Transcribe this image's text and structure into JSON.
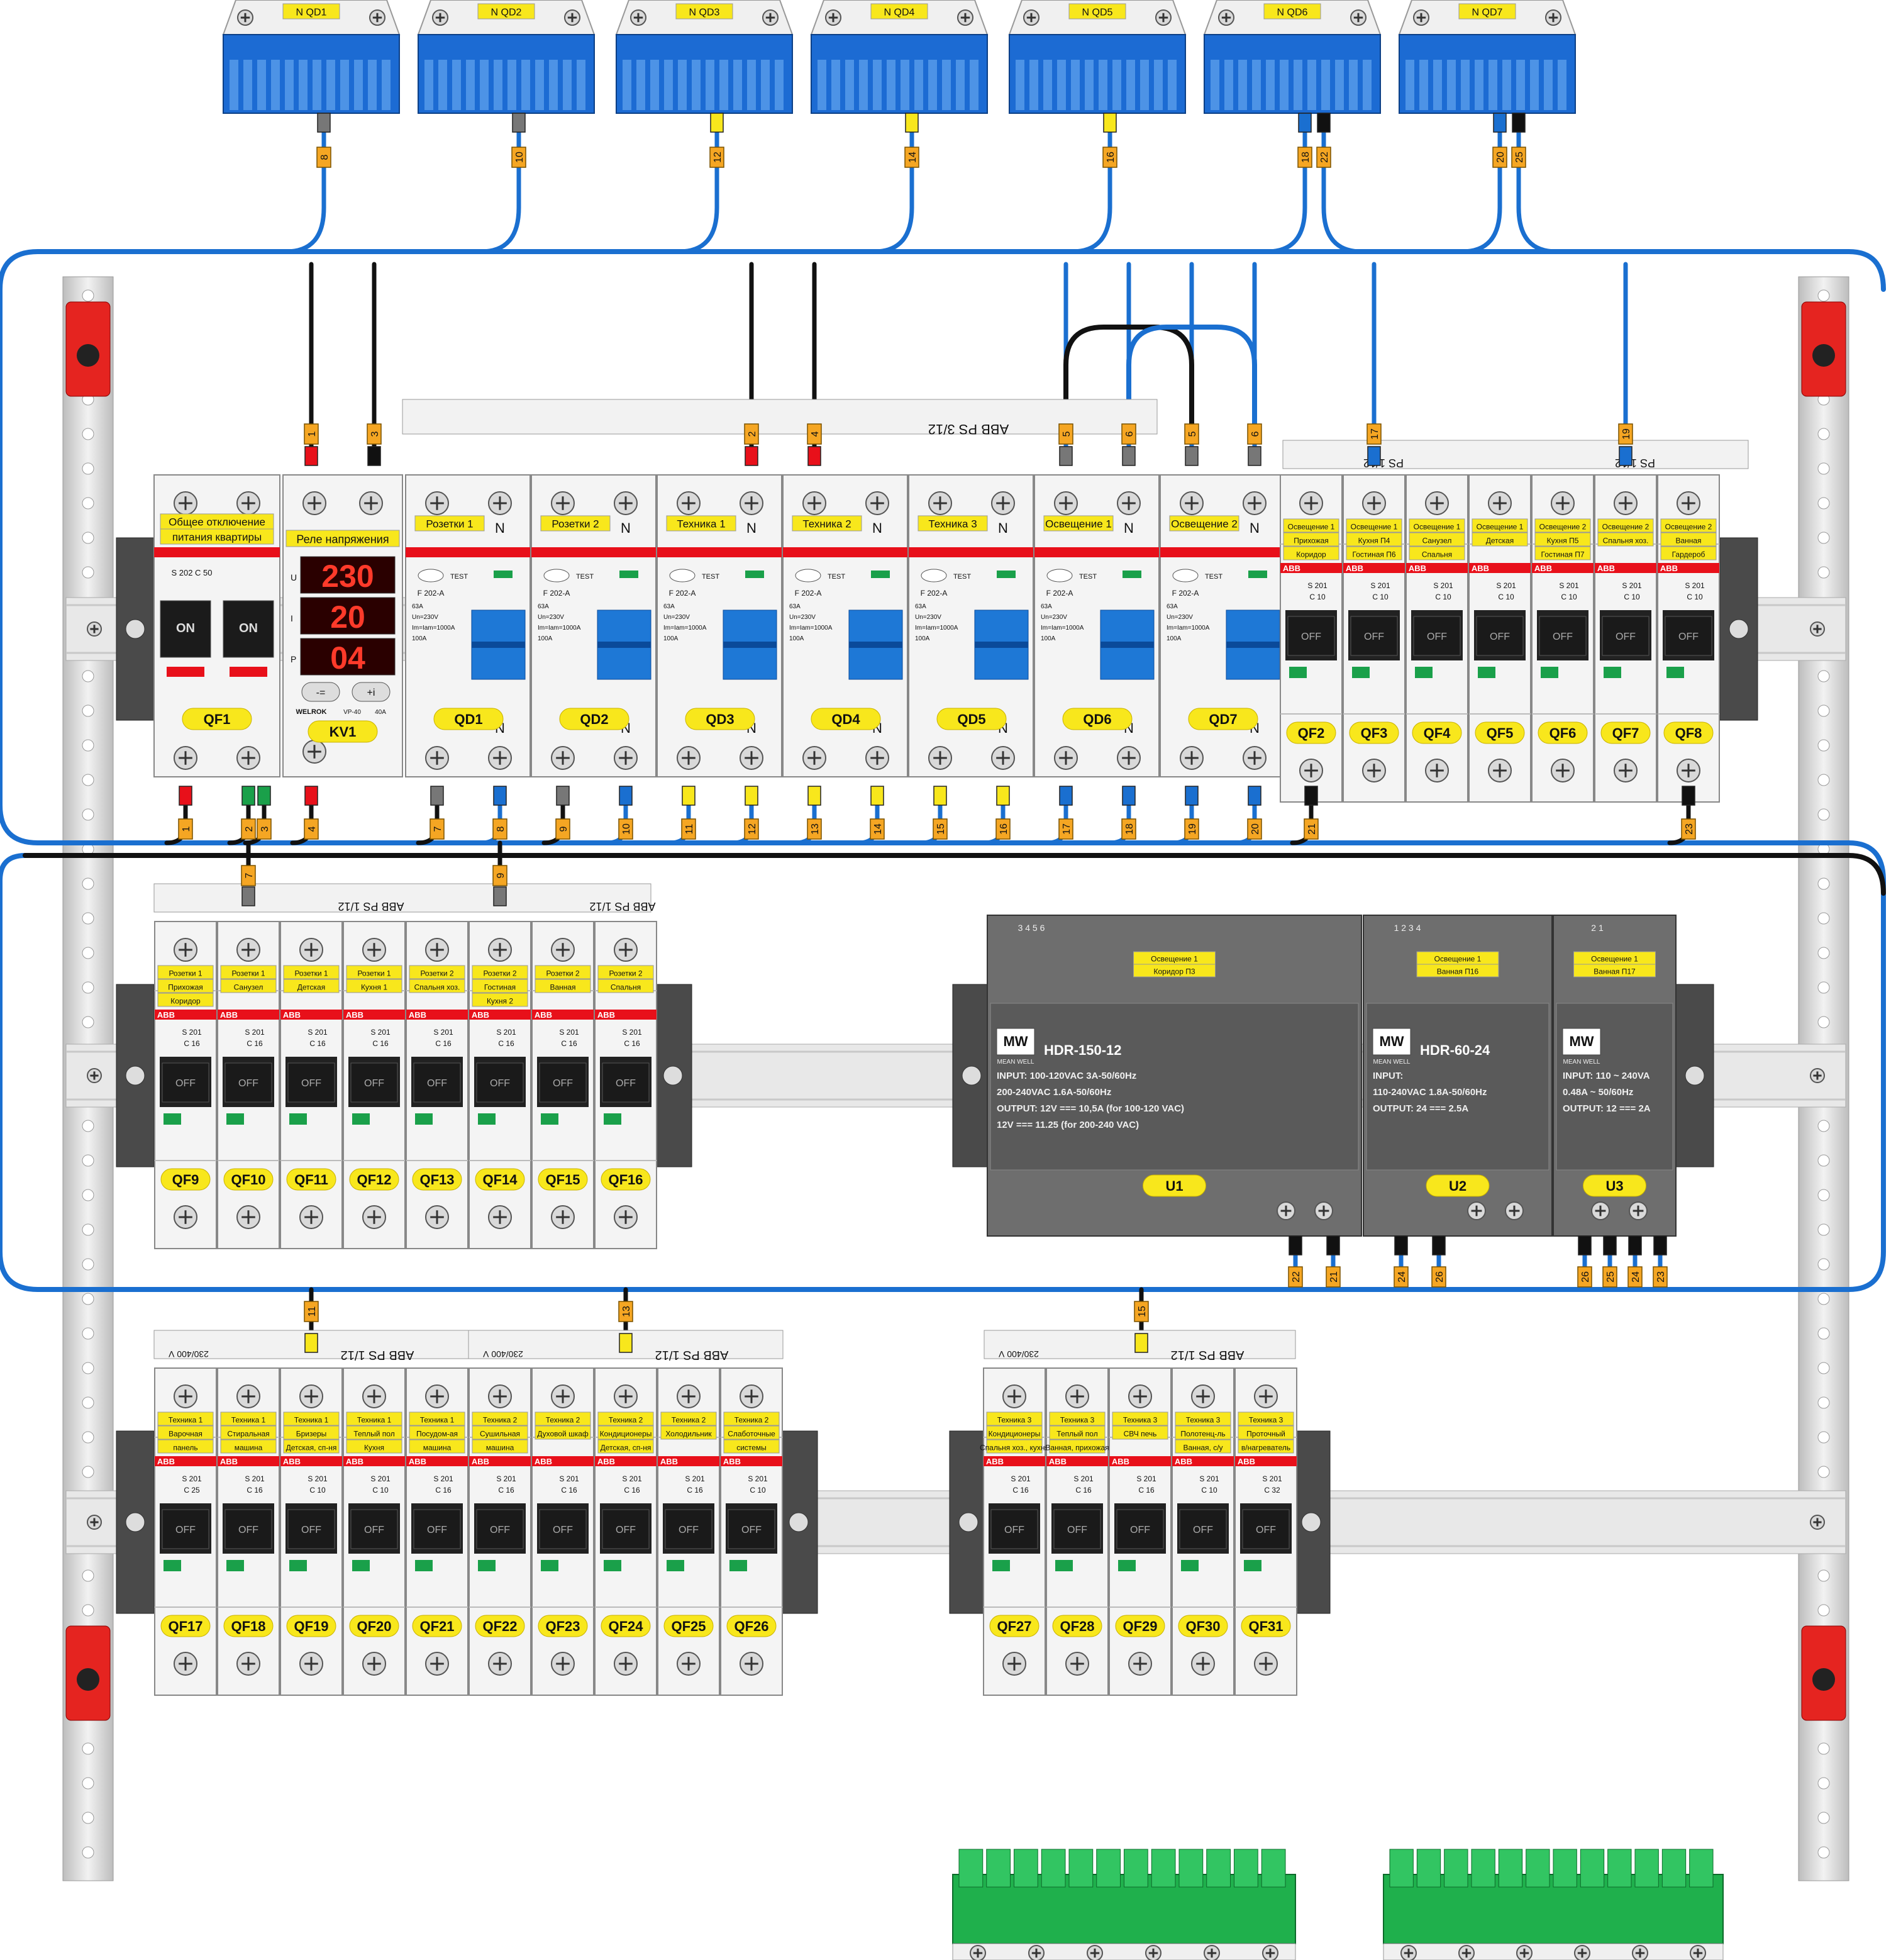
{
  "colors": {
    "phase_red": "#e8101a",
    "neutral_blue": "#1a6fd0",
    "wire_black": "#111111",
    "pe_green": "#1aa04a",
    "wire_grey": "#777777",
    "label_yellow": "#f8e71c",
    "tag_orange": "#f5a623",
    "din_rail": "#e8e8e8",
    "breaker_body": "#f4f4f4",
    "rcd_blue": "#1e78d6",
    "psu_grey": "#6e6e6e",
    "terminal_blue": "#1c6bd3",
    "terminal_green": "#1fb04c"
  },
  "neutral_bars": [
    {
      "id": "nqd1",
      "label": "N QD1",
      "wire": "8",
      "wire_color": "grey"
    },
    {
      "id": "nqd2",
      "label": "N QD2",
      "wire": "10",
      "wire_color": "grey"
    },
    {
      "id": "nqd3",
      "label": "N QD3",
      "wire": "12",
      "wire_color": "yellow"
    },
    {
      "id": "nqd4",
      "label": "N QD4",
      "wire": "14",
      "wire_color": "yellow"
    },
    {
      "id": "nqd5",
      "label": "N QD5",
      "wire": "16",
      "wire_color": "yellow"
    },
    {
      "id": "nqd6",
      "label": "N QD6",
      "wire": "18",
      "wire2": "22",
      "wire_color": "blue"
    },
    {
      "id": "nqd7",
      "label": "N QD7",
      "wire": "20",
      "wire2": "25",
      "wire_color": "blue"
    }
  ],
  "row1": {
    "main_switch": {
      "id": "QF1",
      "label": "Общее отключение питания квартиры",
      "spec": "S 202 C 50",
      "state_left": "ON",
      "state_right": "ON"
    },
    "relay": {
      "id": "KV1",
      "label": "Реле напряжения",
      "u": "230",
      "i": "20",
      "p": "04",
      "row_u": "U",
      "row_i": "I",
      "row_p": "P",
      "brand": "WELROK",
      "model": "VP-40",
      "rating": "40A",
      "btn_minus": "-=",
      "btn_plus": "+i"
    },
    "rcds": [
      {
        "id": "QD1",
        "label": "Розетки 1",
        "model": "F 202-A"
      },
      {
        "id": "QD2",
        "label": "Розетки 2",
        "model": "F 202-A"
      },
      {
        "id": "QD3",
        "label": "Техника 1",
        "model": "F 202-A"
      },
      {
        "id": "QD4",
        "label": "Техника 2",
        "model": "F 202-A"
      },
      {
        "id": "QD5",
        "label": "Техника 3",
        "model": "F 202-A"
      },
      {
        "id": "QD6",
        "label": "Освещение 1",
        "model": "F 202-A"
      },
      {
        "id": "QD7",
        "label": "Освещение 2",
        "model": "F 202-A"
      }
    ],
    "rcd_specs": [
      "63A",
      "Un=230V",
      "Im=Iam=1000A",
      "100A"
    ],
    "rcd_test": "TEST",
    "neutral_mark": "N",
    "busbar_top": "ABB  PS 3/12",
    "busbar_small": "PS 1/12",
    "breakers": [
      {
        "id": "QF2",
        "l1": "Освещение 1",
        "l2": "Прихожая",
        "l3": "Коридор",
        "spec": "C 10"
      },
      {
        "id": "QF3",
        "l1": "Освещение 1",
        "l2": "Кухня П4",
        "l3": "Гостиная П6",
        "spec": "C 10"
      },
      {
        "id": "QF4",
        "l1": "Освещение 1",
        "l2": "Санузел",
        "l3": "Спальня",
        "spec": "C 10"
      },
      {
        "id": "QF5",
        "l1": "Освещение 1",
        "l2": "Детская",
        "l3": "",
        "spec": "C 10"
      },
      {
        "id": "QF6",
        "l1": "Освещение 2",
        "l2": "Кухня П5",
        "l3": "Гостиная П7",
        "spec": "C 10"
      },
      {
        "id": "QF7",
        "l1": "Освещение 2",
        "l2": "Спальня хоз.",
        "l3": "",
        "spec": "C 10"
      },
      {
        "id": "QF8",
        "l1": "Освещение 2",
        "l2": "Ванная",
        "l3": "Гардероб",
        "spec": "C 10"
      }
    ],
    "bottom_tags": [
      "1",
      "2",
      "3",
      "4",
      "7",
      "8",
      "9",
      "10",
      "11",
      "12",
      "13",
      "14",
      "15",
      "16",
      "17",
      "18",
      "19",
      "20",
      "21",
      "23"
    ]
  },
  "row2": {
    "busbar": "ABB  PS 1/12",
    "breakers": [
      {
        "id": "QF9",
        "l1": "Розетки 1",
        "l2": "Прихожая",
        "l3": "Коридор",
        "spec": "C 16"
      },
      {
        "id": "QF10",
        "l1": "Розетки 1",
        "l2": "Санузел",
        "l3": "",
        "spec": "C 16"
      },
      {
        "id": "QF11",
        "l1": "Розетки 1",
        "l2": "Детская",
        "l3": "",
        "spec": "C 16"
      },
      {
        "id": "QF12",
        "l1": "Розетки 1",
        "l2": "Кухня 1",
        "l3": "",
        "spec": "C 16"
      },
      {
        "id": "QF13",
        "l1": "Розетки 2",
        "l2": "Спальня хоз.",
        "l3": "",
        "spec": "C 16"
      },
      {
        "id": "QF14",
        "l1": "Розетки 2",
        "l2": "Гостиная",
        "l3": "Кухня 2",
        "spec": "C 16"
      },
      {
        "id": "QF15",
        "l1": "Розетки 2",
        "l2": "Ванная",
        "l3": "",
        "spec": "C 16"
      },
      {
        "id": "QF16",
        "l1": "Розетки 2",
        "l2": "Спальня",
        "l3": "",
        "spec": "C 16"
      }
    ],
    "psus": [
      {
        "id": "U1",
        "model": "HDR-150-12",
        "brand": "MW",
        "label1": "Освещение 1",
        "label2": "Коридор П3",
        "input": "INPUT: 100-120VAC 3A-50/60Hz",
        "input2": "200-240VAC 1.6A-50/60Hz",
        "output": "OUTPUT: 12V === 10,5A (for 100-120 VAC)",
        "output2": "12V === 11.25 (for 200-240 VAC)",
        "terms": "3 4 5 6",
        "out_tags": [
          "22",
          "21"
        ]
      },
      {
        "id": "U2",
        "model": "HDR-60-24",
        "brand": "MW",
        "label1": "Освещение 1",
        "label2": "Ванная П16",
        "input": "INPUT:",
        "input2": "110-240VAC 1.8A-50/60Hz",
        "output": "OUTPUT: 24 === 2.5A",
        "output2": "",
        "terms": "1 2 3 4",
        "out_tags": [
          "24",
          "26"
        ]
      },
      {
        "id": "U3",
        "model": "",
        "brand": "MW",
        "label1": "Освещение 1",
        "label2": "Ванная П17",
        "input": "INPUT: 110 ~ 240VA",
        "input2": "0.48A ~ 50/60Hz",
        "output": "OUTPUT: 12 === 2A",
        "output2": "",
        "terms": "2 1",
        "out_tags": [
          "26",
          "25",
          "24",
          "23"
        ]
      }
    ],
    "top_tags": [
      "7",
      "9"
    ],
    "brand_sub": "MEAN WELL"
  },
  "row3": {
    "busbar": "ABB  PS 1/12",
    "busbar_note": "230/400 V",
    "top_tags": [
      "11",
      "13",
      "15"
    ],
    "breakers_left": [
      {
        "id": "QF17",
        "l1": "Техника 1",
        "l2": "Варочная",
        "l3": "панель",
        "spec": "C 25"
      },
      {
        "id": "QF18",
        "l1": "Техника 1",
        "l2": "Стиральная",
        "l3": "машина",
        "spec": "C 16"
      },
      {
        "id": "QF19",
        "l1": "Техника 1",
        "l2": "Бризеры",
        "l3": "Детская, сп-ня",
        "spec": "C 10"
      },
      {
        "id": "QF20",
        "l1": "Техника 1",
        "l2": "Теплый пол",
        "l3": "Кухня",
        "spec": "C 10"
      },
      {
        "id": "QF21",
        "l1": "Техника 1",
        "l2": "Посудом-ая",
        "l3": "машина",
        "spec": "C 16"
      },
      {
        "id": "QF22",
        "l1": "Техника 2",
        "l2": "Сушильная",
        "l3": "машина",
        "spec": "C 16"
      },
      {
        "id": "QF23",
        "l1": "Техника 2",
        "l2": "Духовой шкаф",
        "l3": "",
        "spec": "C 16"
      },
      {
        "id": "QF24",
        "l1": "Техника 2",
        "l2": "Кондиционеры",
        "l3": "Детская, сп-ня",
        "spec": "C 16"
      },
      {
        "id": "QF25",
        "l1": "Техника 2",
        "l2": "Холодильник",
        "l3": "",
        "spec": "C 16"
      },
      {
        "id": "QF26",
        "l1": "Техника 2",
        "l2": "Слаботочные",
        "l3": "системы",
        "spec": "C 10"
      }
    ],
    "breakers_right": [
      {
        "id": "QF27",
        "l1": "Техника 3",
        "l2": "Кондиционеры",
        "l3": "Спальня хоз., кухня",
        "spec": "C 16"
      },
      {
        "id": "QF28",
        "l1": "Техника 3",
        "l2": "Теплый пол",
        "l3": "Ванная, прихожая",
        "spec": "C 16"
      },
      {
        "id": "QF29",
        "l1": "Техника 3",
        "l2": "СВЧ печь",
        "l3": "",
        "spec": "C 16"
      },
      {
        "id": "QF30",
        "l1": "Техника 3",
        "l2": "Полотенц-ль",
        "l3": "Ванная, с/у",
        "spec": "C 10"
      },
      {
        "id": "QF31",
        "l1": "Техника 3",
        "l2": "Проточный",
        "l3": "в/нагреватель",
        "spec": "C 32"
      }
    ]
  },
  "common": {
    "off": "OFF",
    "abb": "ABB",
    "model": "S 201"
  }
}
